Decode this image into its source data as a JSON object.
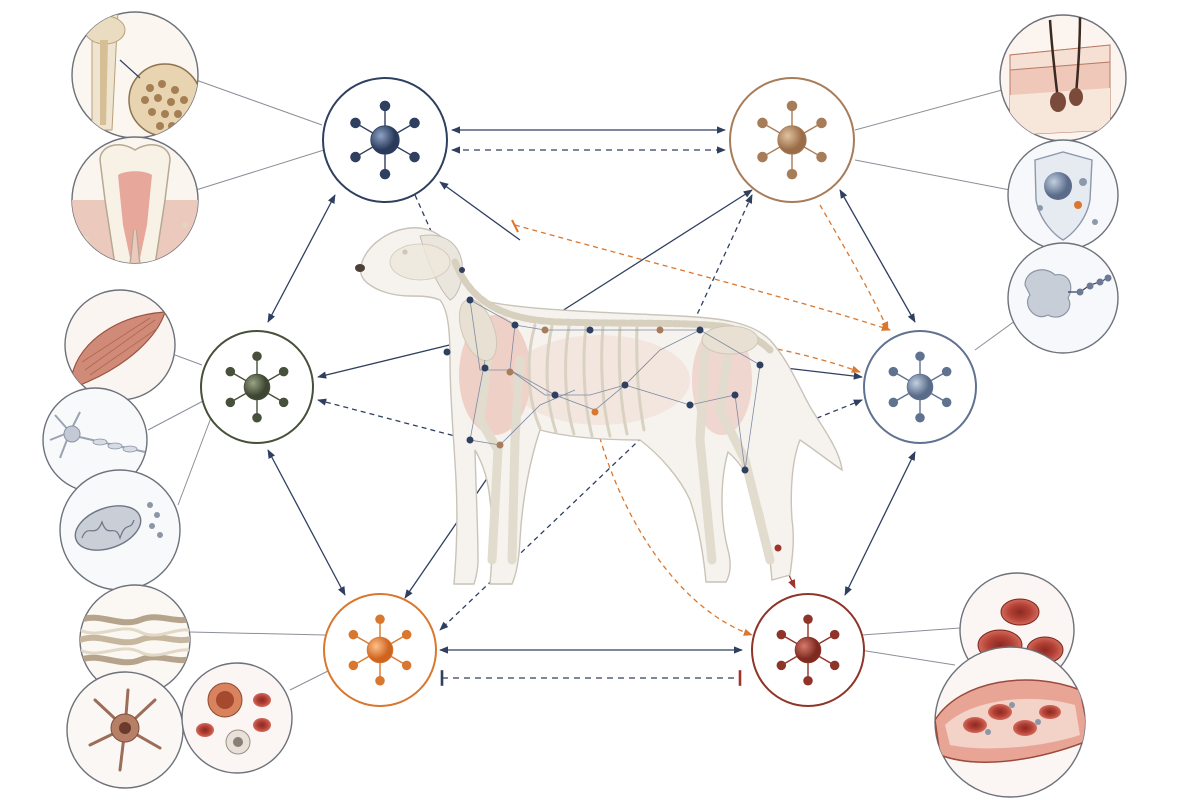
{
  "diagram": {
    "background": "#ffffff",
    "hubs": [
      {
        "id": "hub-navy",
        "color": "#2f3f60",
        "light": "#6f83a8"
      },
      {
        "id": "hub-tan",
        "color": "#a77c58",
        "light": "#d6b08c"
      },
      {
        "id": "hub-olive",
        "color": "#46503a",
        "light": "#828c6e"
      },
      {
        "id": "hub-slate",
        "color": "#5f7290",
        "light": "#a4b3c8"
      },
      {
        "id": "hub-orange",
        "color": "#d9772f",
        "light": "#f0a86a"
      },
      {
        "id": "hub-red",
        "color": "#8e3428",
        "light": "#c0685a"
      }
    ],
    "tissue_panels": [
      {
        "id": "bone-cross-section",
        "hub": "hub-navy",
        "icon": "bone-icon"
      },
      {
        "id": "tooth",
        "hub": "hub-navy",
        "icon": "tooth-icon"
      },
      {
        "id": "skin-hair-follicle",
        "hub": "hub-tan",
        "icon": "skin-icon"
      },
      {
        "id": "immune-shield-cell",
        "hub": "hub-tan",
        "icon": "shield-icon"
      },
      {
        "id": "protein-molecule",
        "hub": "hub-slate",
        "icon": "protein-icon"
      },
      {
        "id": "muscle-fiber",
        "hub": "hub-olive",
        "icon": "muscle-icon"
      },
      {
        "id": "neuron",
        "hub": "hub-olive",
        "icon": "neuron-icon"
      },
      {
        "id": "mitochondrion",
        "hub": "hub-olive",
        "icon": "mitochondrion-icon"
      },
      {
        "id": "collagen-fibers",
        "hub": "hub-orange",
        "icon": "collagen-icon"
      },
      {
        "id": "stellate-cell",
        "hub": "hub-orange",
        "icon": "stellate-cell-icon"
      },
      {
        "id": "blood-cells-mixed",
        "hub": "hub-orange",
        "icon": "blood-cells-icon"
      },
      {
        "id": "red-blood-cells",
        "hub": "hub-red",
        "icon": "red-blood-cell-icon"
      },
      {
        "id": "blood-vessel",
        "hub": "hub-red",
        "icon": "blood-vessel-icon"
      }
    ],
    "links": [
      {
        "from": "hub-navy",
        "to": "hub-tan",
        "style": "solid",
        "ends": "both-arrows"
      },
      {
        "from": "hub-navy",
        "to": "hub-tan",
        "style": "dashed",
        "ends": "both-arrows"
      },
      {
        "from": "hub-orange",
        "to": "hub-red",
        "style": "solid",
        "ends": "both-arrows"
      },
      {
        "from": "hub-orange",
        "to": "hub-red",
        "style": "dashed",
        "ends": "inhibit-both"
      },
      {
        "from": "hub-navy",
        "to": "hub-olive",
        "style": "solid",
        "ends": "both-arrows"
      },
      {
        "from": "hub-olive",
        "to": "hub-orange",
        "style": "solid",
        "ends": "both-arrows"
      },
      {
        "from": "hub-tan",
        "to": "hub-slate",
        "style": "solid",
        "ends": "both-arrows"
      },
      {
        "from": "hub-slate",
        "to": "hub-red",
        "style": "solid",
        "ends": "both-arrows"
      }
    ],
    "subject": "dog-skeleton-illustration"
  }
}
